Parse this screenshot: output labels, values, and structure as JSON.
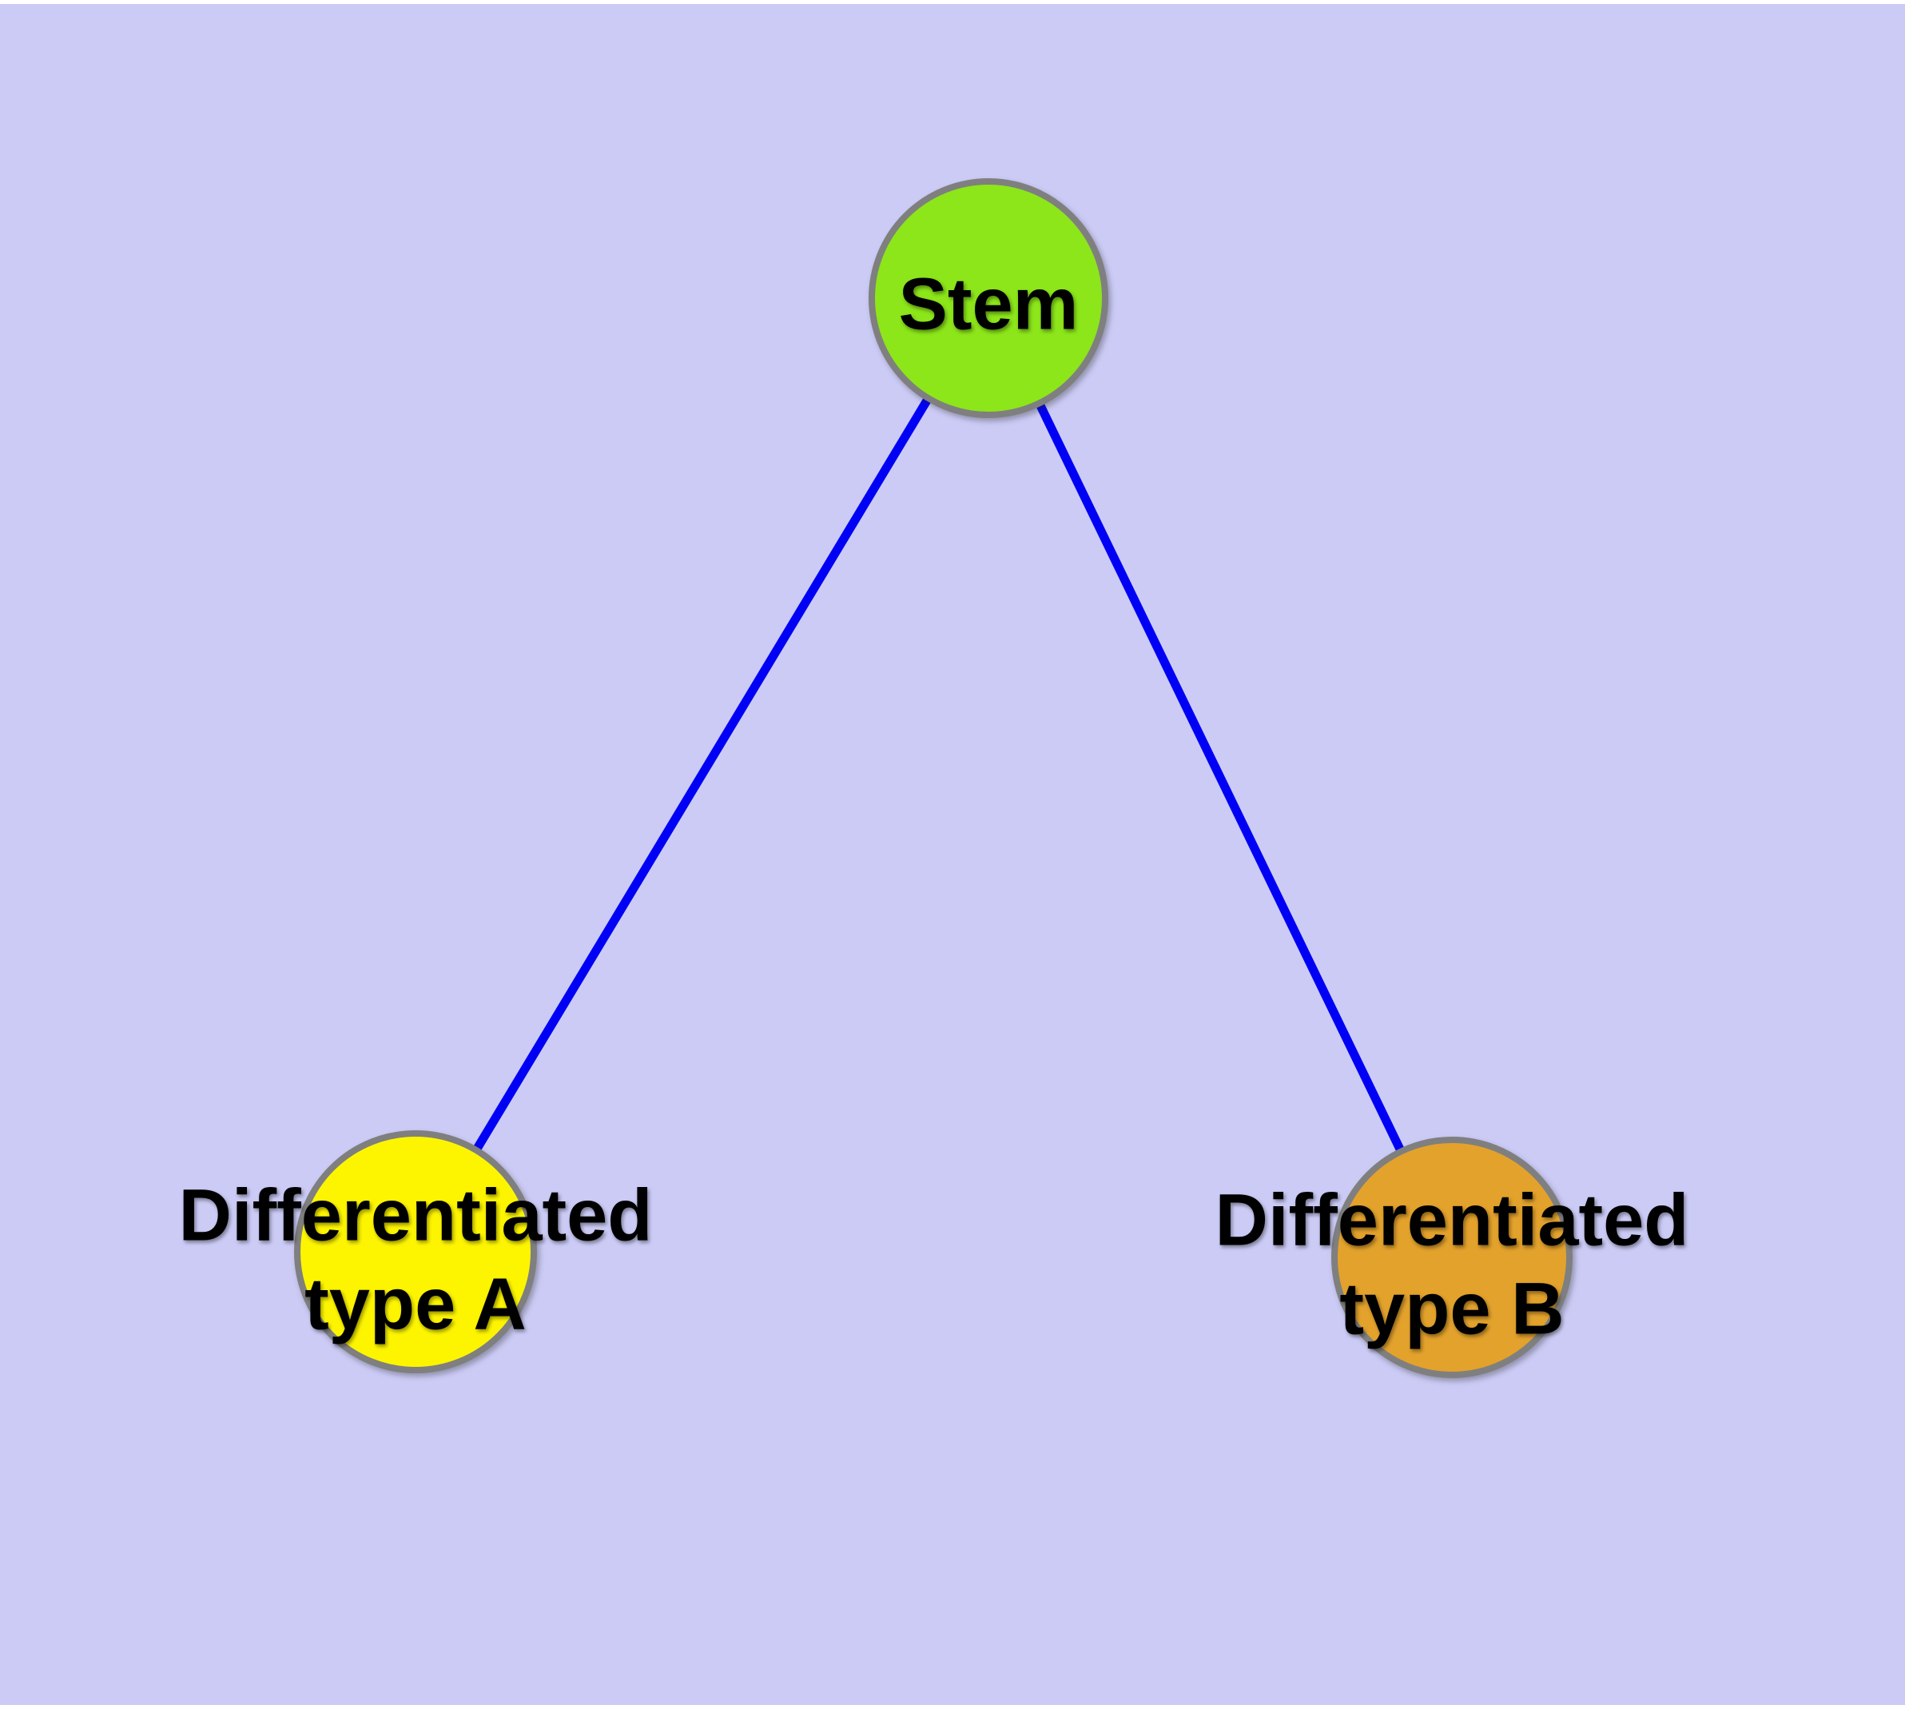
{
  "diagram": {
    "type": "node-link-graph",
    "nodes": [
      {
        "id": "stem",
        "label": "Stem",
        "fill": "#8ce61a",
        "shape": "circle"
      },
      {
        "id": "diff-a",
        "label": "Differentiated\ntype A",
        "fill": "#fdf500",
        "shape": "circle"
      },
      {
        "id": "diff-b",
        "label": "Differentiated\ntype B",
        "fill": "#e3a22c",
        "shape": "circle"
      }
    ],
    "edges": [
      {
        "from": "stem",
        "to": "diff-a"
      },
      {
        "from": "stem",
        "to": "diff-b"
      }
    ]
  },
  "colors": {
    "background": "#cbcbf6",
    "edge": "#0000f5",
    "node_border": "#7f7f7f",
    "label_text": "#000000",
    "page_margin": "#ffffff"
  }
}
